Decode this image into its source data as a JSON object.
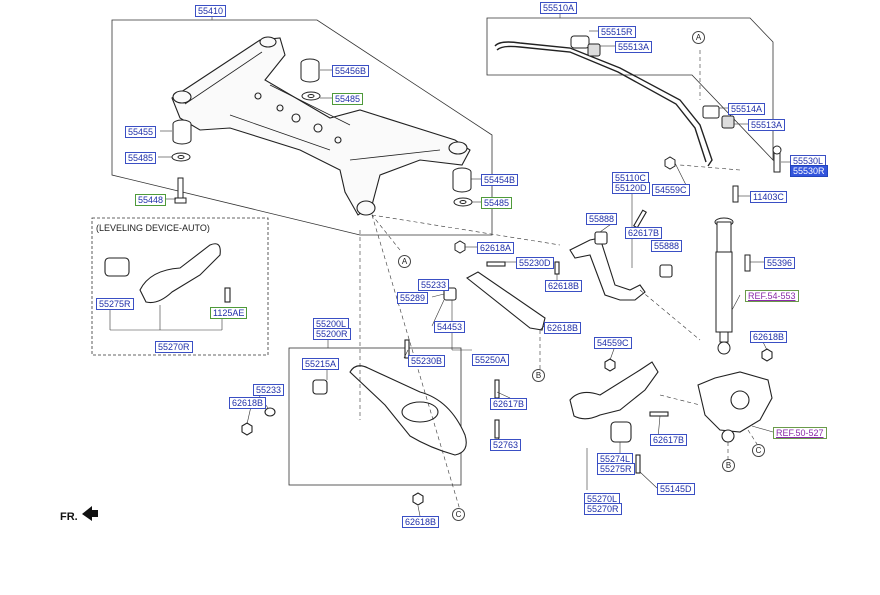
{
  "labels": {
    "l55410": "55410",
    "l55456B": "55456B",
    "l55485a": "55485",
    "l55455": "55455",
    "l55485b": "55485",
    "l55454B": "55454B",
    "l55485c": "55485",
    "l55448": "55448",
    "l62618A": "62618A",
    "l55510A": "55510A",
    "l55515R": "55515R",
    "l55513Aa": "55513A",
    "l55514A": "55514A",
    "l55513Ab": "55513A",
    "l55530L": "55530L",
    "l55530R": "55530R",
    "l54559Ca": "54559C",
    "l11403C": "11403C",
    "l55110C": "55110C",
    "l55120D": "55120D",
    "l55888a": "55888",
    "l62617Ba": "62617B",
    "l55888b": "55888",
    "l55396": "55396",
    "l55230D": "55230D",
    "l62618Ba": "62618B",
    "l55233a": "55233",
    "l55289": "55289",
    "l54453": "54453",
    "l62618Bb": "62618B",
    "l55250A": "55250A",
    "l55275Ra": "55275R",
    "l1125AE": "1125AE",
    "l55270Ra": "55270R",
    "l55200L": "55200L",
    "l55200R": "55200R",
    "l55215A": "55215A",
    "l55230B": "55230B",
    "l55233b": "55233",
    "l62618Bc": "62618B",
    "l62617Bb": "62617B",
    "l52763": "52763",
    "l62618Bd": "62618B",
    "l54559Cb": "54559C",
    "l62618Be": "62618B",
    "l62617Bc": "62617B",
    "l55274L": "55274L",
    "l55275Rb": "55275R",
    "l55145D": "55145D",
    "l55270L": "55270L",
    "l55270Rb": "55270R"
  },
  "refs": {
    "r54553": "REF.54-553",
    "r50527": "REF.50-527"
  },
  "texts": {
    "leveling": "(LEVELING DEVICE-AUTO)",
    "fr": "FR."
  },
  "markers": {
    "A": "A",
    "B": "B",
    "C": "C"
  },
  "selected_label": "55530R"
}
